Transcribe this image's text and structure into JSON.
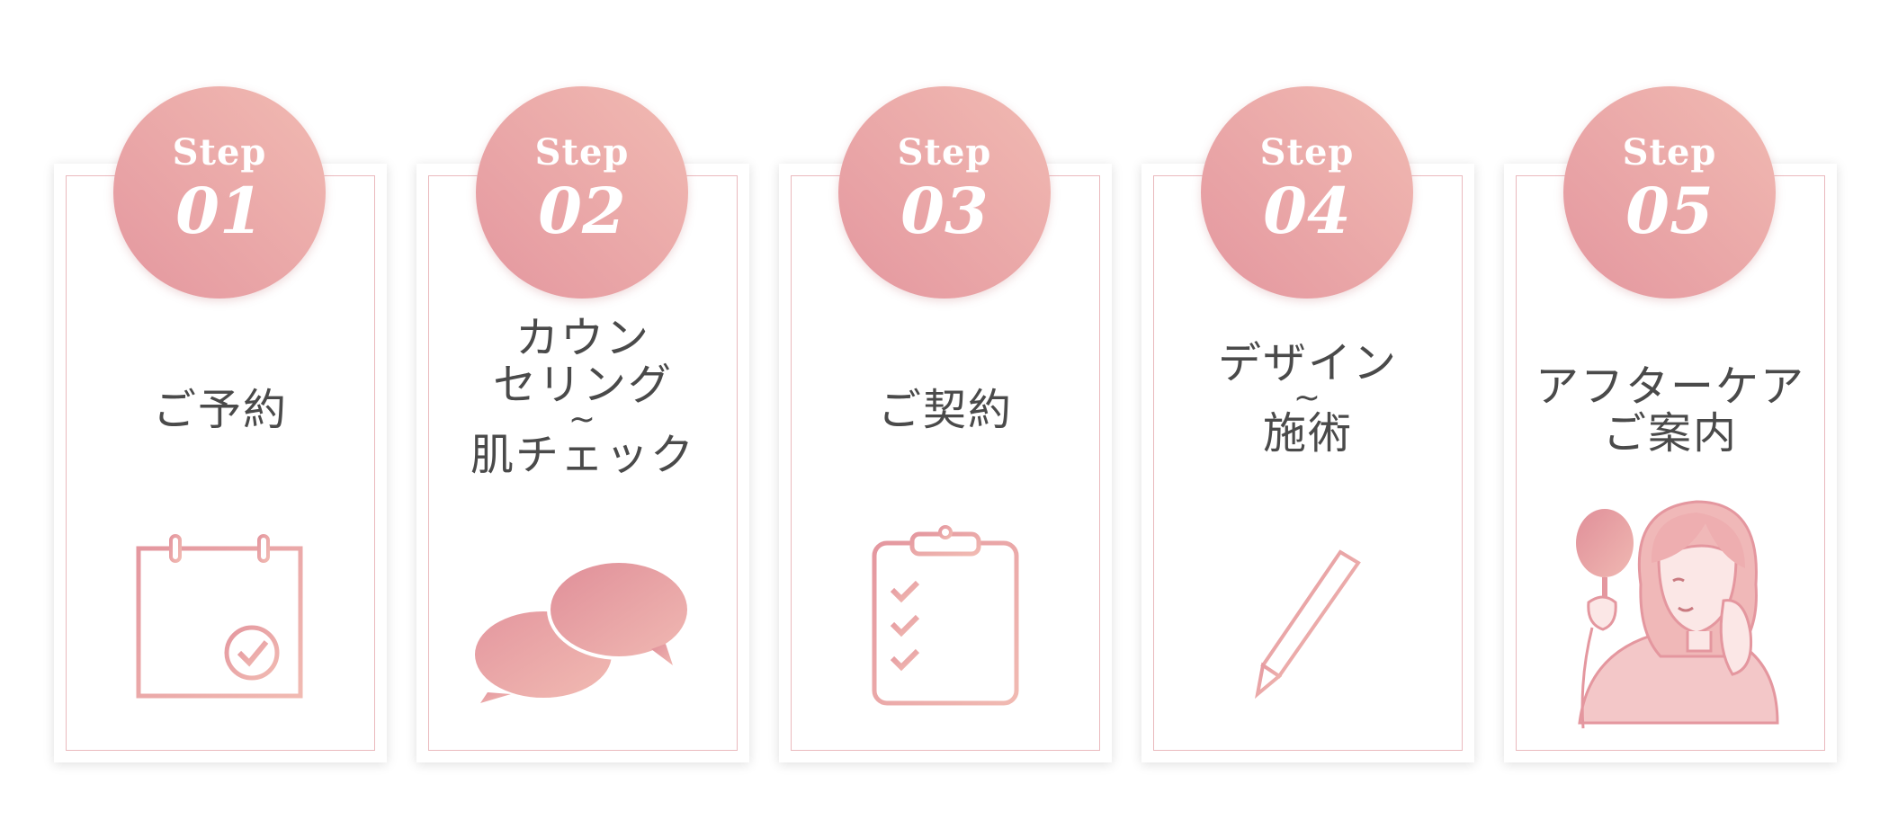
{
  "colors": {
    "accent": "#e4979f",
    "accent_light": "#f1bab2",
    "text": "#4a4a4a",
    "border": "#eab9bd"
  },
  "steps": [
    {
      "step_label": "Step",
      "number": "01",
      "title_lines": [
        "ご予約"
      ],
      "icon": "calendar-check-icon"
    },
    {
      "step_label": "Step",
      "number": "02",
      "title_lines": [
        "カウン",
        "セリング",
        "~",
        "肌チェック"
      ],
      "icon": "speech-bubbles-icon"
    },
    {
      "step_label": "Step",
      "number": "03",
      "title_lines": [
        "ご契約"
      ],
      "icon": "clipboard-checklist-icon"
    },
    {
      "step_label": "Step",
      "number": "04",
      "title_lines": [
        "デザイン",
        "~",
        "施術"
      ],
      "icon": "pencil-icon"
    },
    {
      "step_label": "Step",
      "number": "05",
      "title_lines": [
        "アフターケア",
        "ご案内"
      ],
      "icon": "woman-with-mirror-icon"
    }
  ]
}
